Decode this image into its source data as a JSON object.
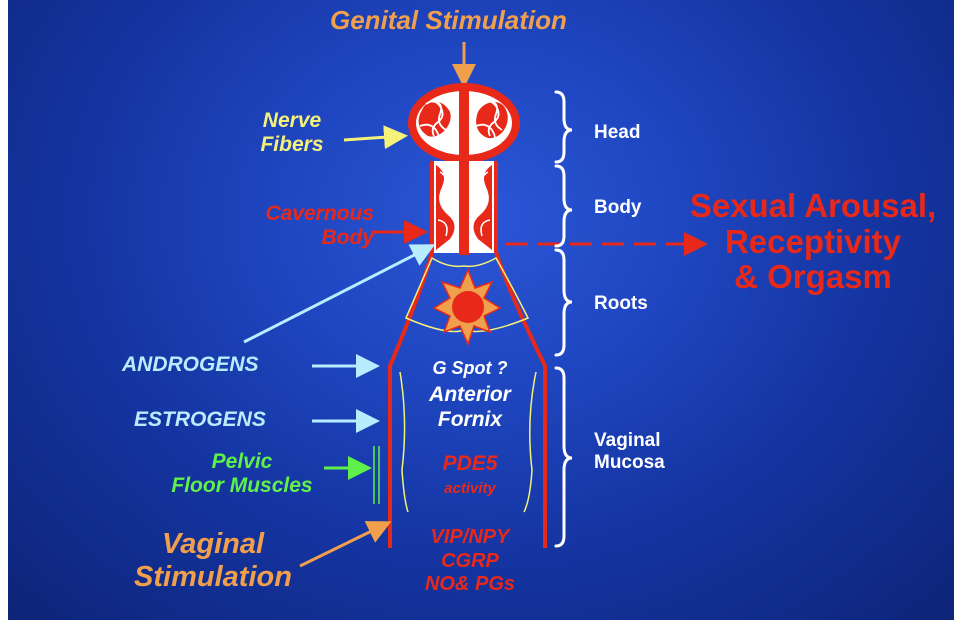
{
  "labels": {
    "genital_stimulation": "Genital Stimulation",
    "nerve_fibers_1": "Nerve",
    "nerve_fibers_2": "Fibers",
    "cavernous_body_1": "Cavernous",
    "cavernous_body_2": "Body",
    "androgens": "ANDROGENS",
    "estrogens": "ESTROGENS",
    "pelvic_1": "Pelvic",
    "pelvic_2": "Floor Muscles",
    "vaginal_stim_1": "Vaginal",
    "vaginal_stim_2": "Stimulation",
    "head": "Head",
    "body": "Body",
    "roots": "Roots",
    "vaginal_mucosa_1": "Vaginal",
    "vaginal_mucosa_2": "Mucosa",
    "outcome_1": "Sexual Arousal,",
    "outcome_2": "Receptivity",
    "outcome_3": "& Orgasm",
    "g_spot": "G Spot ?",
    "anterior": "Anterior",
    "fornix": "Fornix",
    "pde5": "PDE5",
    "activity": "activity",
    "vip_npy": "VIP/NPY",
    "cgrp": "CGRP",
    "no_pgs": "NO& PGs"
  },
  "colors": {
    "background": "#1f46c0",
    "red": "#e8291a",
    "orange": "#f0a04c",
    "yellow": "#f5f27a",
    "light_blue": "#b8ecff",
    "green": "#5ff04a",
    "white": "#ffffff"
  }
}
